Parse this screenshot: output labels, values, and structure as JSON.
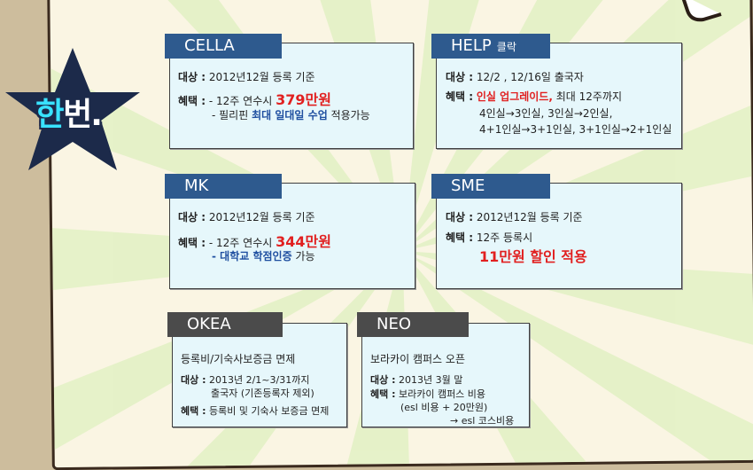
{
  "badge": {
    "part1": "한",
    "part2": "번."
  },
  "cards": {
    "cella": {
      "title": "CELLA",
      "target_label": "대상 :",
      "target": "2012년12월 등록 기준",
      "benefit_label": "혜택 :",
      "b1_pre": "- 12주 연수시",
      "b1_price": "379만원",
      "b2_pre": "- 필리핀",
      "b2_bold": "최대 일대일 수업",
      "b2_post": "적용가능"
    },
    "help": {
      "title": "HELP",
      "title_sub": "클락",
      "target_label": "대상 :",
      "target": "12/2 , 12/16일 출국자",
      "benefit_label": "혜택 :",
      "b1_red": "인실 업그레이드,",
      "b1_post": "최대 12주까지",
      "b2": "4인실→3인실, 3인실→2인실,",
      "b3": "4+1인실→3+1인실, 3+1인실→2+1인실"
    },
    "mk": {
      "title": "MK",
      "target_label": "대상 :",
      "target": "2012년12월 등록 기준",
      "benefit_label": "혜택 :",
      "b1_pre": "- 12주 연수시",
      "b1_price": "344만원",
      "b2_bold": "- 대학교 학점인증",
      "b2_post": "가능"
    },
    "sme": {
      "title": "SME",
      "target_label": "대상 :",
      "target": "2012년12월 등록 기준",
      "benefit_label": "혜택 :",
      "b1": "12주 등록시",
      "b2": "11만원 할인 적용"
    },
    "okea": {
      "title": "OKEA",
      "headline": "등록비/기숙사보증금 면제",
      "target_label": "대상 :",
      "target1": "2013년 2/1~3/31까지",
      "target2": "출국자 (기존등록자 제외)",
      "benefit_label": "혜택 :",
      "benefit": "등록비 및 기숙사 보증금 면제"
    },
    "neo": {
      "title": "NEO",
      "headline": "보라카이 캠퍼스 오픈",
      "target_label": "대상 :",
      "target": "2013년 3월 말",
      "benefit_label": "혜택 :",
      "b1": "보라카이 캠퍼스 비용",
      "b2": "(esl 비용 + 20만원)",
      "b3": "→  esl 코스비용"
    }
  },
  "colors": {
    "tab_blue": "#2e5a8e",
    "tab_gray": "#4b4b4b",
    "accent_red": "#e12020",
    "accent_blue": "#1f4fa0",
    "badge_star": "#1c2a4a",
    "badge_cyan": "#39e2ff"
  }
}
